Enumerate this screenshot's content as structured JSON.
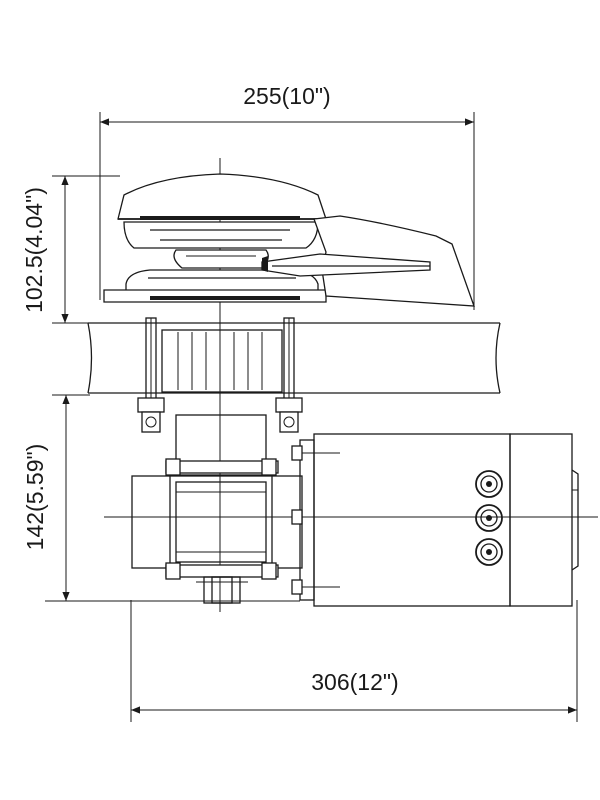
{
  "dimensions": {
    "top_width": "255(10\")",
    "bottom_width": "306(12\")",
    "upper_height": "102.5(4.04\")",
    "lower_height": "142(5.59\")"
  },
  "colors": {
    "line": "#1a1a1a",
    "background": "#ffffff"
  }
}
